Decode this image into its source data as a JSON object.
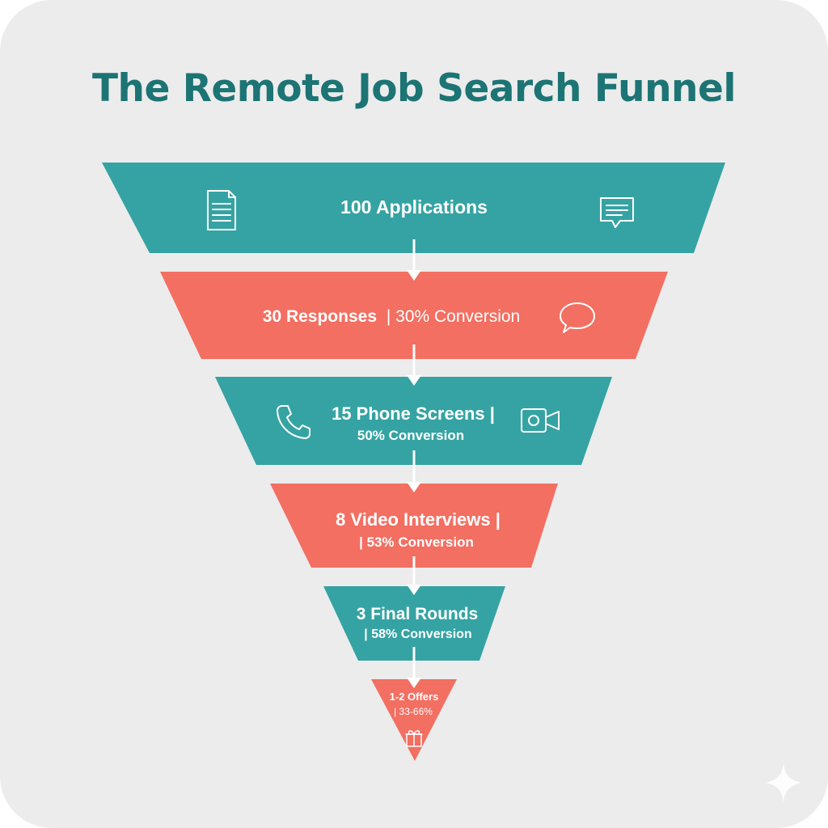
{
  "title": "The Remote Job Search Funnel",
  "colors": {
    "background": "#ececec",
    "teal": "#35a3a3",
    "coral": "#f26f62",
    "title": "#1d7474"
  },
  "stages": [
    {
      "main": "100 Applications",
      "detail": "",
      "color": "teal",
      "icons": [
        "document-icon",
        "message-box-icon"
      ]
    },
    {
      "main": "30 Responses",
      "detail": "| 30% Conversion",
      "color": "coral",
      "icons": [
        "speech-bubble-icon"
      ]
    },
    {
      "main": "15 Phone Screens |",
      "detail": "50% Conversion",
      "color": "teal",
      "icons": [
        "phone-icon",
        "video-camera-icon"
      ]
    },
    {
      "main": "8 Video Interviews |",
      "detail": "| 53% Conversion",
      "color": "coral",
      "icons": []
    },
    {
      "main": "3 Final Rounds",
      "detail": "| 58% Conversion",
      "color": "teal",
      "icons": []
    },
    {
      "main": "1-2 Offers",
      "detail": "| 33-66%",
      "color": "coral",
      "icons": [
        "gift-icon"
      ]
    }
  ]
}
